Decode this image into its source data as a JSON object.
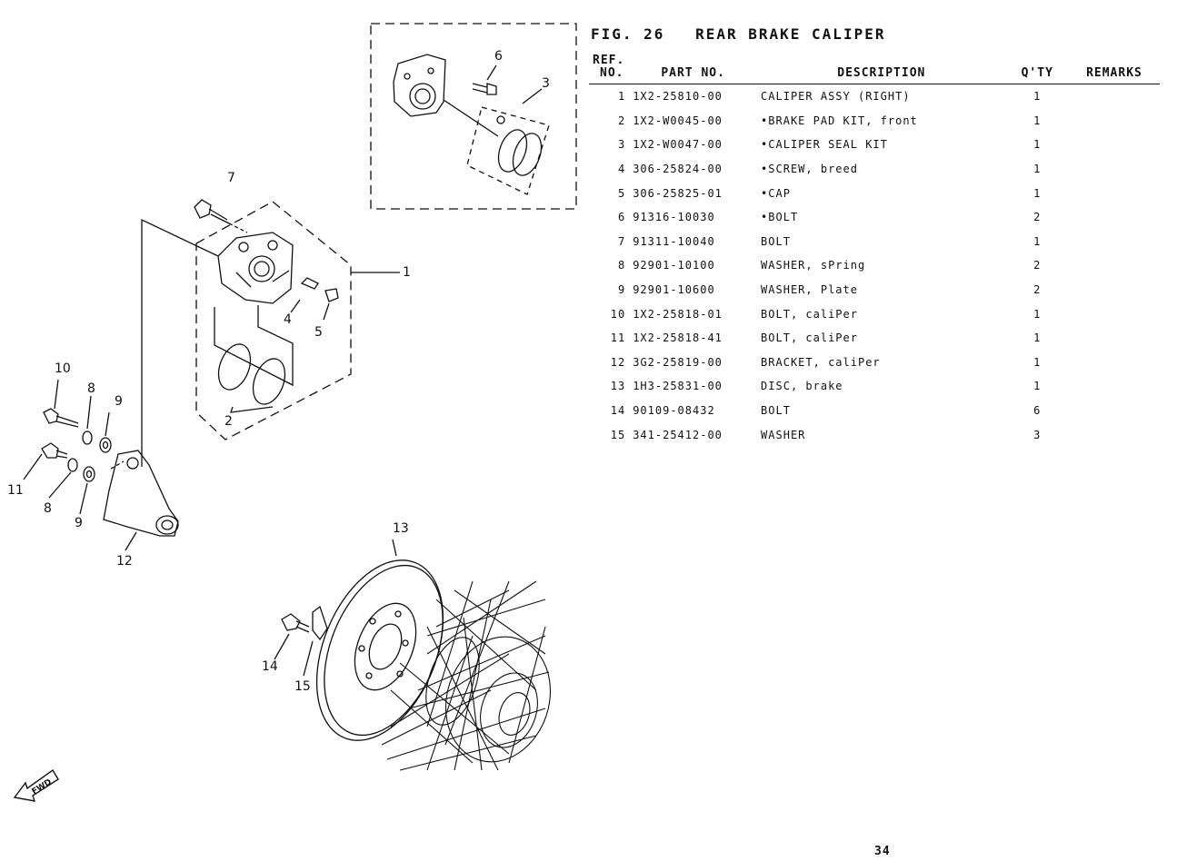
{
  "figure": {
    "number": "FIG. 26",
    "title": "REAR BRAKE CALIPER"
  },
  "table": {
    "headers": {
      "ref": [
        "REF.",
        "NO."
      ],
      "part": "PART NO.",
      "desc": "DESCRIPTION",
      "qty": "Q'TY",
      "remarks": "REMARKS"
    },
    "rows": [
      {
        "ref": "1",
        "part": "1X2-25810-00",
        "desc": "CALIPER ASSY (RIGHT)",
        "qty": "1",
        "remarks": ""
      },
      {
        "ref": "2",
        "part": "1X2-W0045-00",
        "desc": "•BRAKE PAD KIT, front",
        "qty": "1",
        "remarks": ""
      },
      {
        "ref": "3",
        "part": "1X2-W0047-00",
        "desc": "•CALIPER SEAL KIT",
        "qty": "1",
        "remarks": ""
      },
      {
        "ref": "4",
        "part": "306-25824-00",
        "desc": "•SCREW, breed",
        "qty": "1",
        "remarks": ""
      },
      {
        "ref": "5",
        "part": "306-25825-01",
        "desc": "•CAP",
        "qty": "1",
        "remarks": ""
      },
      {
        "ref": "6",
        "part": "91316-10030",
        "desc": "•BOLT",
        "qty": "2",
        "remarks": ""
      },
      {
        "ref": "7",
        "part": "91311-10040",
        "desc": "BOLT",
        "qty": "1",
        "remarks": ""
      },
      {
        "ref": "8",
        "part": "92901-10100",
        "desc": "WASHER, sPring",
        "qty": "2",
        "remarks": ""
      },
      {
        "ref": "9",
        "part": "92901-10600",
        "desc": "WASHER, Plate",
        "qty": "2",
        "remarks": ""
      },
      {
        "ref": "10",
        "part": "1X2-25818-01",
        "desc": "BOLT, caliPer",
        "qty": "1",
        "remarks": ""
      },
      {
        "ref": "11",
        "part": "1X2-25818-41",
        "desc": "BOLT, caliPer",
        "qty": "1",
        "remarks": ""
      },
      {
        "ref": "12",
        "part": "3G2-25819-00",
        "desc": "BRACKET, caliPer",
        "qty": "1",
        "remarks": ""
      },
      {
        "ref": "13",
        "part": "1H3-25831-00",
        "desc": "DISC, brake",
        "qty": "1",
        "remarks": ""
      },
      {
        "ref": "14",
        "part": "90109-08432",
        "desc": "BOLT",
        "qty": "6",
        "remarks": ""
      },
      {
        "ref": "15",
        "part": "341-25412-00",
        "desc": "WASHER",
        "qty": "3",
        "remarks": ""
      }
    ]
  },
  "diagram": {
    "callouts": [
      "1",
      "2",
      "3",
      "4",
      "5",
      "6",
      "7",
      "8",
      "9",
      "10",
      "11",
      "8",
      "9",
      "12",
      "13",
      "14",
      "15"
    ],
    "fwd_label": "FWD"
  },
  "page_number": "34"
}
